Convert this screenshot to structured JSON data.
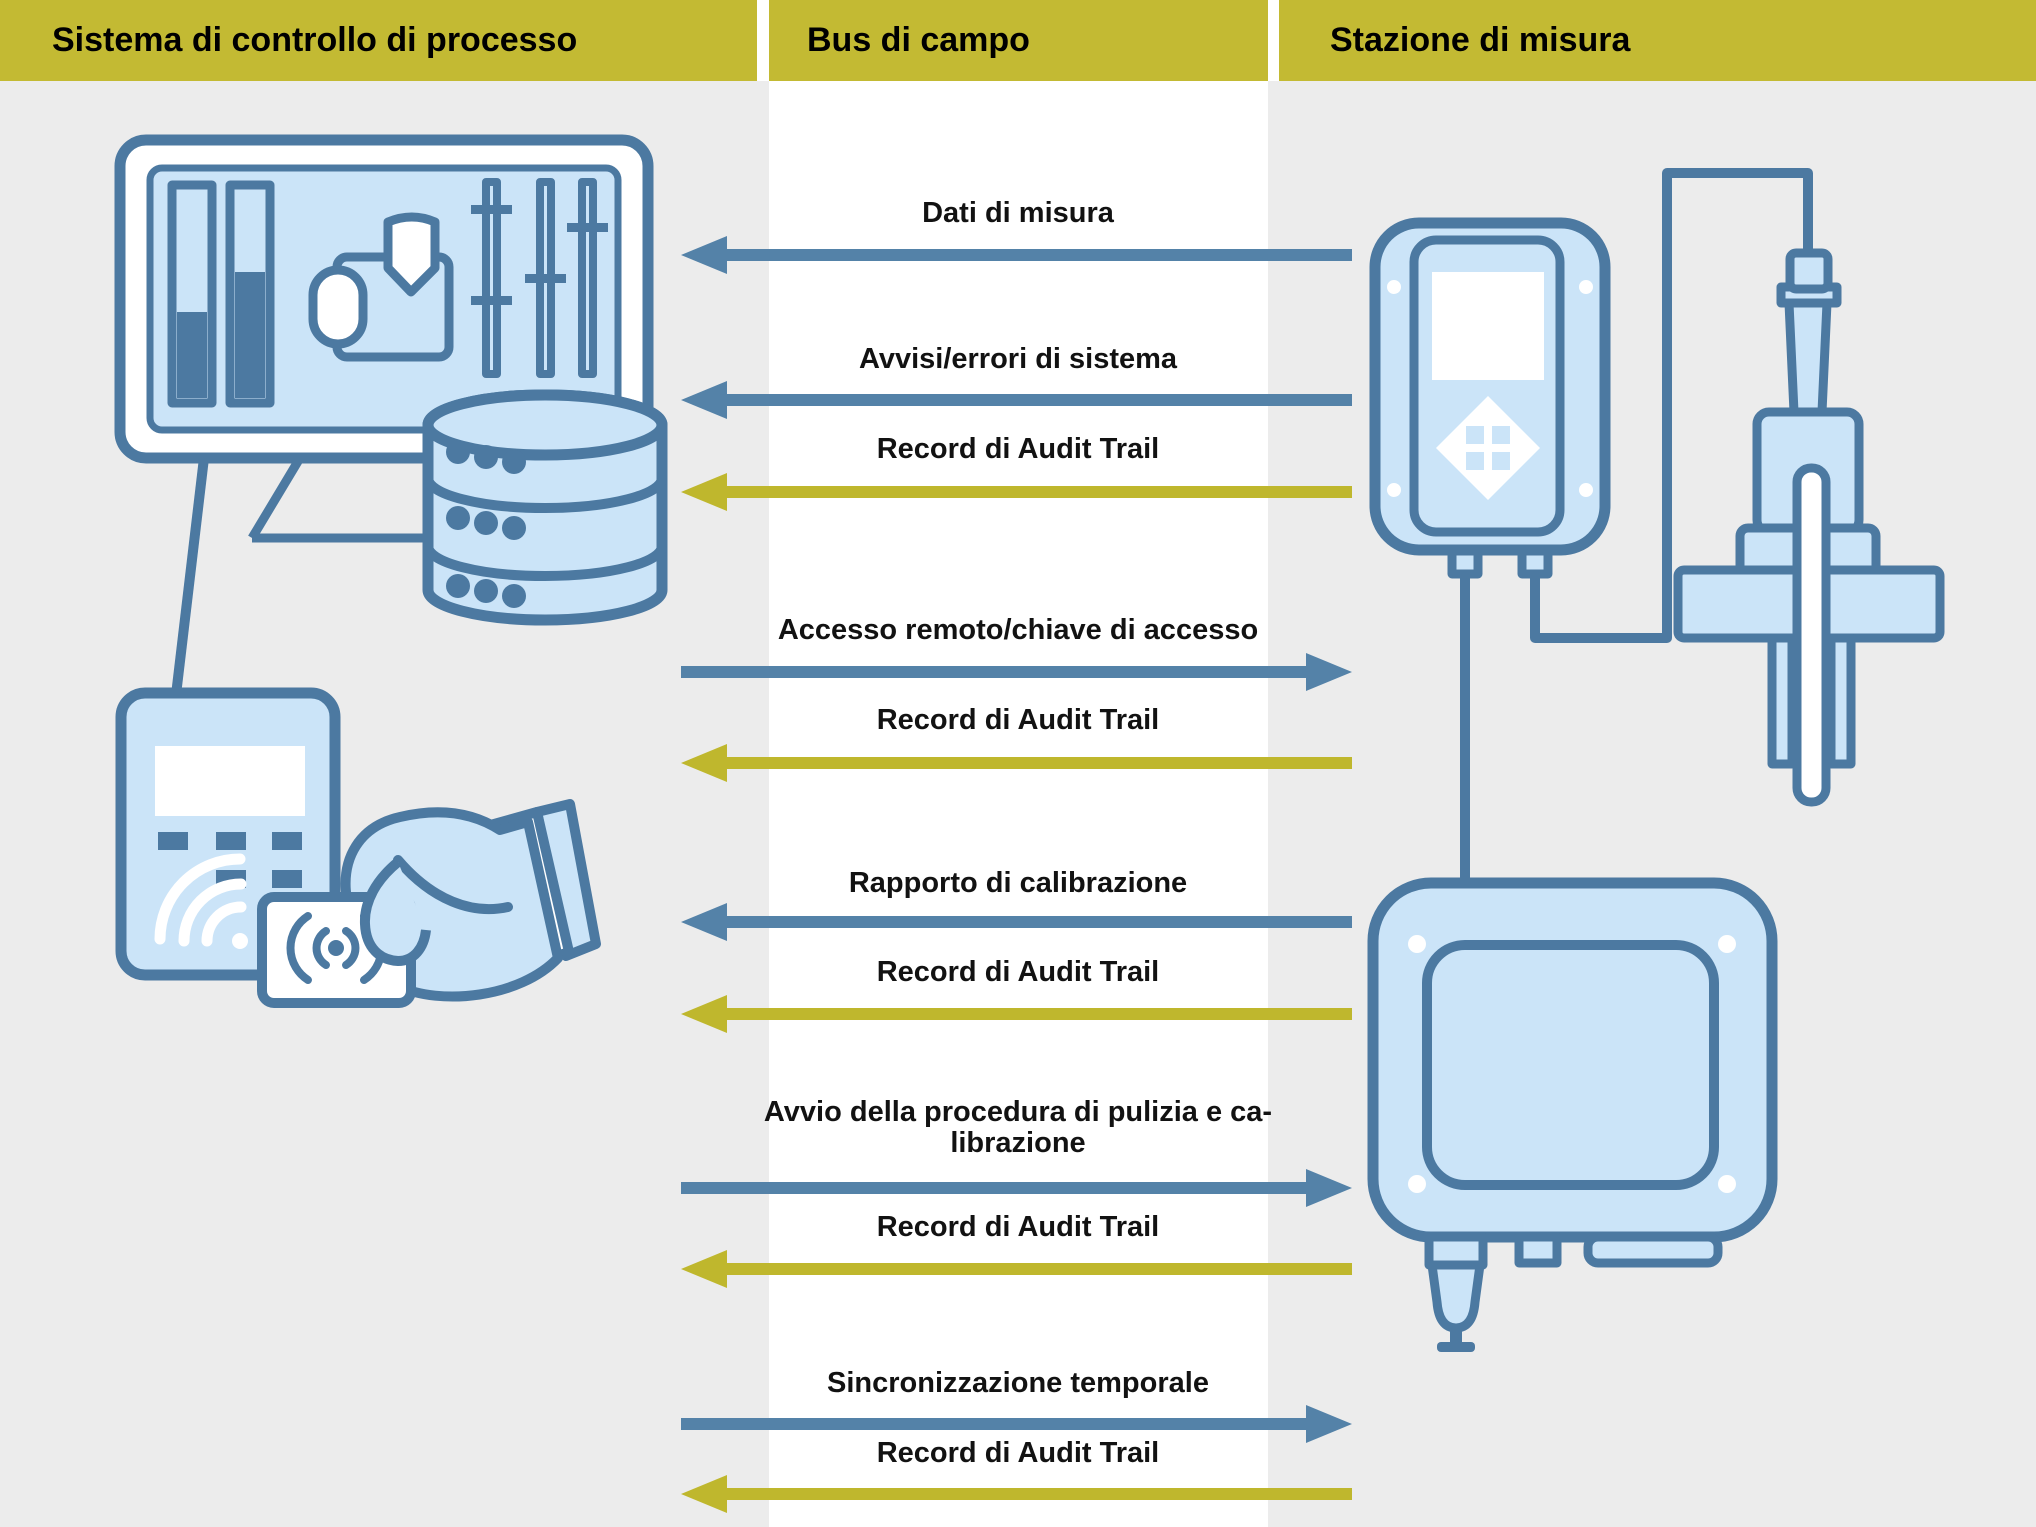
{
  "header": {
    "columns": [
      {
        "label": "Sistema di controllo di processo"
      },
      {
        "label": "Bus di campo"
      },
      {
        "label": "Stazione di misura"
      }
    ]
  },
  "messages": [
    {
      "label": "Dati di misura",
      "direction": "left",
      "type": "data"
    },
    {
      "label": "Avvisi/errori di sistema",
      "direction": "left",
      "type": "data"
    },
    {
      "label": "Record di Audit Trail",
      "direction": "left",
      "type": "audit"
    },
    {
      "label": "Accesso remoto/chiave di accesso",
      "direction": "right",
      "type": "data"
    },
    {
      "label": "Record di Audit Trail",
      "direction": "left",
      "type": "audit"
    },
    {
      "label": "Rapporto di calibrazione",
      "direction": "left",
      "type": "data"
    },
    {
      "label": "Record di Audit Trail",
      "direction": "left",
      "type": "audit"
    },
    {
      "label_line1": "Avvio della procedura di pulizia e ca-",
      "label_line2": "librazione",
      "direction": "right",
      "type": "data"
    },
    {
      "label": "Record di Audit Trail",
      "direction": "left",
      "type": "audit"
    },
    {
      "label": "Sincronizzazione temporale",
      "direction": "right",
      "type": "data"
    },
    {
      "label": "Record di Audit Trail",
      "direction": "left",
      "type": "audit"
    }
  ],
  "colors": {
    "bg": "#ececec",
    "band": "#ffffff",
    "header-bg": "#c3ba33",
    "arrow-blue": "#5482a8",
    "arrow-olive": "#bfb72d",
    "art-fill": "#cbe4f8",
    "art-stroke": "#4c79a1"
  },
  "illustrations": {
    "process_control_side": [
      "process-display-monitor-icon",
      "database-server-icon",
      "rfid-card-reader-icon",
      "hand-with-rfid-card-icon"
    ],
    "measuring_station_side": [
      "transmitter-display-icon",
      "sensor-probe-icon",
      "field-controller-icon"
    ]
  }
}
